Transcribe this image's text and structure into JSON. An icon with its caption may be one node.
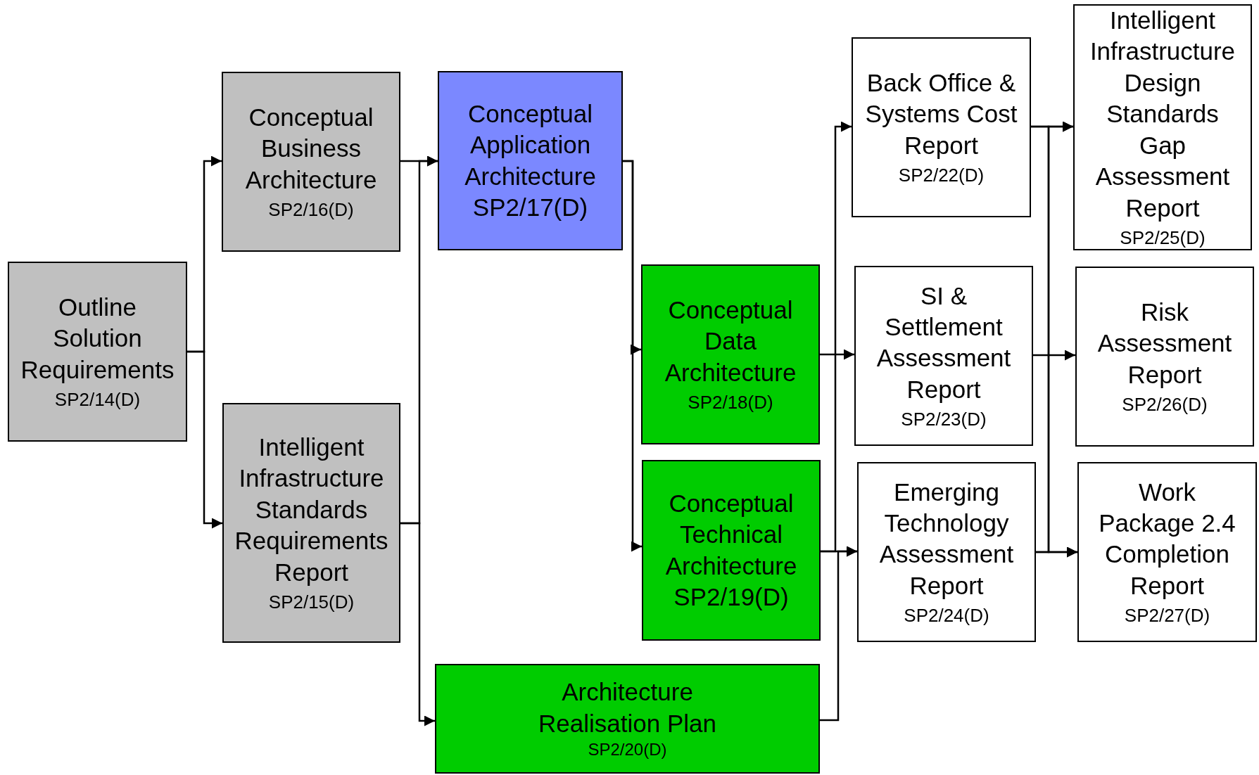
{
  "diagram": {
    "nodes": [
      {
        "text": [
          "Outline Solution Requirements",
          "SP2/14(D)"
        ]
      },
      {
        "text": [
          "Conceptual Business Architecture",
          "SP2/16(D)"
        ]
      },
      {
        "text": [
          "Intelligent Infrastructure Standards Requirements Report",
          "SP2/15(D)"
        ]
      },
      {
        "text": [
          "Conceptual Application Architecture",
          "SP2/17(D)"
        ]
      },
      {
        "text": [
          "Conceptual Data Architecture",
          "SP2/18(D)"
        ]
      },
      {
        "text": [
          "Conceptual Technical Architecture",
          "SP2/19(D)"
        ]
      },
      {
        "text": [
          "Architecture Realisation Plan",
          "SP2/20(D)"
        ]
      },
      {
        "text": [
          "Back Office & Systems Cost Report",
          "SP2/22(D)"
        ]
      },
      {
        "text": [
          "SI & Settlement Assessment Report",
          "SP2/23(D)"
        ]
      },
      {
        "text": [
          "Emerging Technology Assessment Report",
          "SP2/24(D)"
        ]
      },
      {
        "text": [
          "Intelligent Infrastructure Design Standards Gap Assessment Report",
          "SP2/25(D)"
        ]
      },
      {
        "text": [
          "Risk Assessment Report",
          "SP2/26(D)"
        ]
      },
      {
        "text": [
          "Work Package 2.4 Completion Report",
          "SP2/27(D)"
        ]
      }
    ],
    "edges": [
      {
        "from": 0,
        "to": 1,
        "arrow": "to"
      },
      {
        "from": 0,
        "to": 2,
        "arrow": "to"
      },
      {
        "from": 1,
        "to": 3,
        "arrow": "to"
      },
      {
        "from": 2,
        "to": 3,
        "arrow": "to"
      },
      {
        "from": 2,
        "to": 6,
        "arrow": "to"
      },
      {
        "from": 3,
        "to": 4,
        "arrow": "to"
      },
      {
        "from": 3,
        "to": 5,
        "arrow": "to"
      },
      {
        "from": 4,
        "to": 8,
        "arrow": "to"
      },
      {
        "from": 5,
        "to": 9,
        "arrow": "to"
      },
      {
        "from": 5,
        "to": 7,
        "arrow": "to"
      },
      {
        "from": 6,
        "to": 9,
        "arrow": "to"
      },
      {
        "from": 7,
        "to": 10,
        "arrow": "to"
      },
      {
        "from": 7,
        "to": 12,
        "arrow": "to"
      },
      {
        "from": 9,
        "to": 12,
        "arrow": "to"
      },
      {
        "from": 9,
        "to": 10,
        "arrow": "to"
      },
      {
        "from": 8,
        "to": 11,
        "arrow": "to"
      }
    ]
  }
}
